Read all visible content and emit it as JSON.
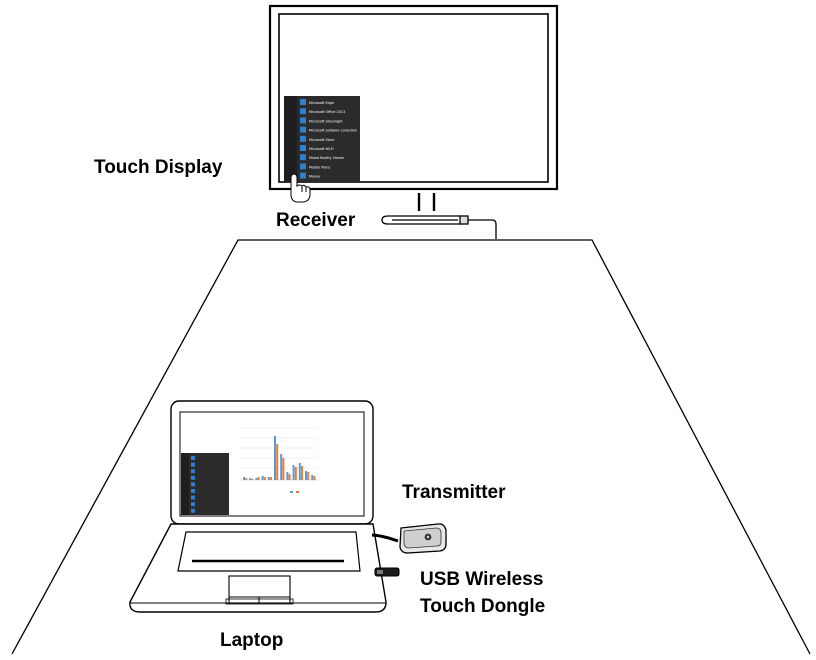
{
  "labels": {
    "touch_display": "Touch Display",
    "receiver": "Receiver",
    "transmitter": "Transmitter",
    "usb_dongle_line1": "USB Wireless",
    "usb_dongle_line2": "Touch Dongle",
    "laptop": "Laptop"
  },
  "display_start_menu": [
    "Microsoft Edge",
    "Microsoft Office 2013",
    "Microsoft Silverlight",
    "Microsoft Solitaire Collection",
    "Microsoft Store",
    "Microsoft Wi-Fi",
    "Mixed Reality Viewer",
    "Mobile Plans",
    "Money"
  ],
  "colors": {
    "line": "#000000",
    "menu_bg": "#2b2b2b",
    "menu_tile": "#2f7fd0",
    "bar_blue": "#5b9bd5",
    "bar_orange": "#ed7d31"
  },
  "icons": [
    "hand-pointer-icon"
  ]
}
